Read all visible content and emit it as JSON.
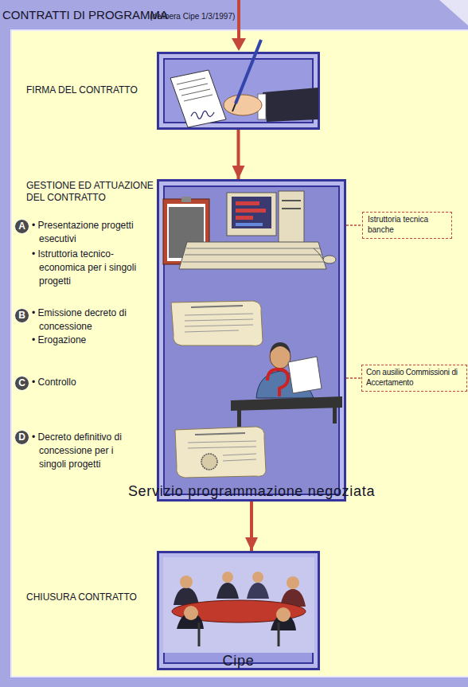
{
  "diagram": {
    "title": "CONTRATTI DI PROGRAMMA",
    "nodes": [
      {
        "text": [
          "FIRMA DEL CONTRATTO"
        ]
      },
      {
        "text": [
          "GESTIONE ED ATTUAZIONE DEL CONTRATTO",
          "Servizio programmazione negoziata"
        ]
      },
      {
        "text": [
          "A"
        ]
      },
      {
        "text": [
          "B"
        ]
      },
      {
        "text": [
          "C"
        ]
      },
      {
        "text": [
          "D"
        ]
      },
      {
        "text": [
          "Istruttoria tecnica banche"
        ]
      },
      {
        "text": [
          "Con ausilio Commissioni di Accertamento"
        ]
      },
      {
        "text": [
          "CHIUSURA CONTRATTO",
          "Cipe"
        ]
      }
    ],
    "edges": [
      {
        "from": 0,
        "to": 1,
        "arrow": "to"
      },
      {
        "from": 1,
        "to": 6,
        "arrow": "none"
      },
      {
        "from": 1,
        "to": 7,
        "arrow": "none"
      },
      {
        "from": 1,
        "to": 8,
        "arrow": "to"
      }
    ],
    "labels": [
      "(delibera Cipe 1/3/1997)",
      "• Presentazione progetti esecutivi",
      "• Istruttoria tecnico-economica per i singoli progetti",
      "• Emissione decreto di concessione",
      "• Erogazione",
      "• Controllo",
      "• Decreto definitivo di concessione per i singoli progetti"
    ]
  }
}
